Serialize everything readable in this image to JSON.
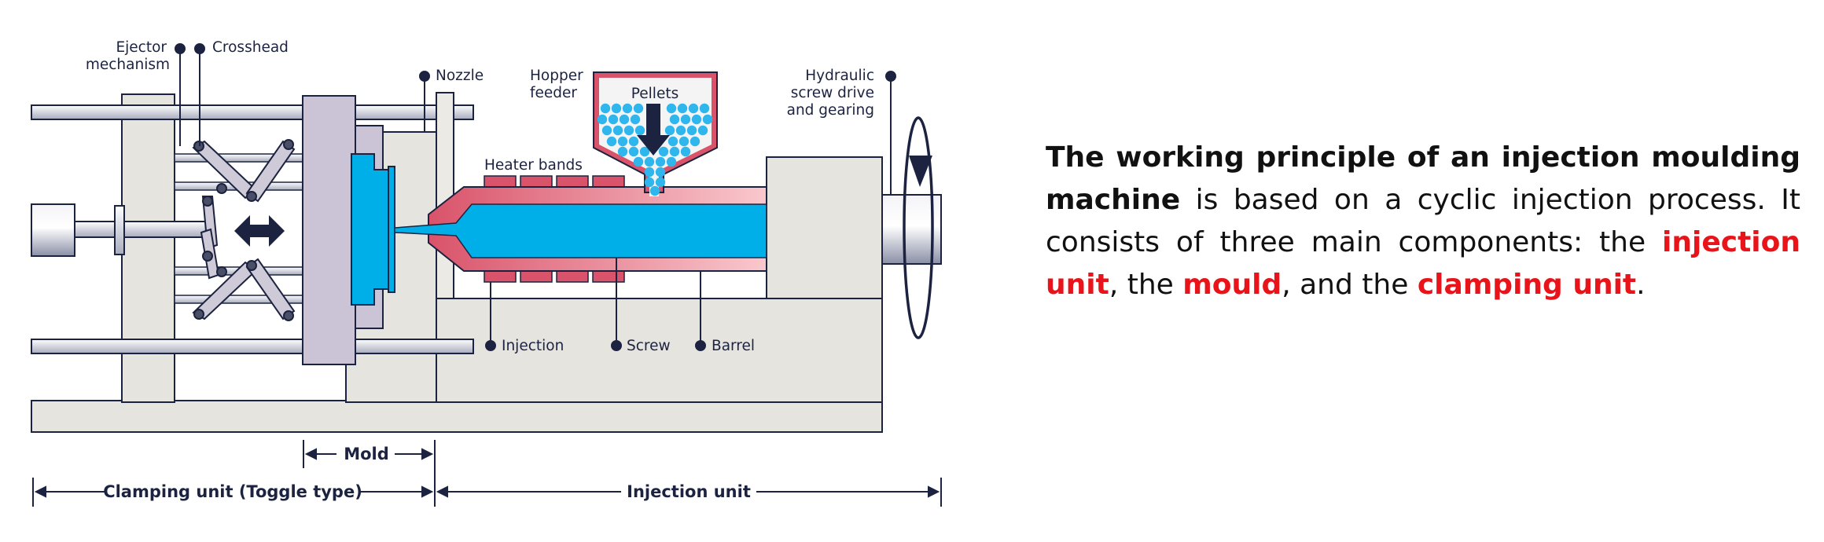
{
  "diagram": {
    "labels": {
      "ejector_line1": "Ejector",
      "ejector_line2": "mechanism",
      "crosshead": "Crosshead",
      "nozzle": "Nozzle",
      "hopper_line1": "Hopper",
      "hopper_line2": "feeder",
      "pellets": "Pellets",
      "hydraulic_line1": "Hydraulic",
      "hydraulic_line2": "screw drive",
      "hydraulic_line3": "and gearing",
      "heater_bands": "Heater bands",
      "injection": "Injection",
      "screw": "Screw",
      "barrel": "Barrel"
    },
    "dimensions": {
      "mold": "Mold",
      "clamping_unit": "Clamping unit (Toggle type)",
      "injection_unit": "Injection unit"
    },
    "colors": {
      "frame": "#e6e4df",
      "outline": "#1c2340",
      "platen": "#cbc3d6",
      "mold_blue": "#00aee8",
      "heater": "#d9536a",
      "barrel_light": "#f7c3c9",
      "pellet": "#2fb6ec"
    }
  },
  "description": {
    "bold_intro": "The working principle of an injection moulding machine",
    "text1": " is based on a cyclic injection process. It consists of three main components: the ",
    "hl1": "injection unit",
    "text2": ", the ",
    "hl2": "mould",
    "text3": ", and the ",
    "hl3": "clamping unit",
    "text4": ".",
    "highlight_color": "#e8141a"
  }
}
